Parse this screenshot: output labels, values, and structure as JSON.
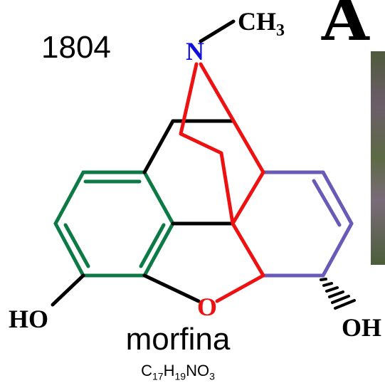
{
  "year": "1804",
  "decorative_glyph": "A",
  "compound": {
    "name": "morfina",
    "formula": {
      "C": "C",
      "c_count": "17",
      "H": "H",
      "h_count": "19",
      "NO": "NO",
      "o_count": "3"
    }
  },
  "atoms": {
    "nitrogen": "N",
    "methyl": "CH",
    "methyl_sub": "3",
    "oxygen": "O",
    "ho_left": "HO",
    "oh_right": "OH"
  },
  "colors": {
    "aromatic_ring": "#0d7a45",
    "cyclohexene_ring": "#6a5ab8",
    "bridge": "#ee1111",
    "skeleton": "#000000",
    "nitrogen": "#1010dd",
    "oxygen": "#ee1111"
  }
}
